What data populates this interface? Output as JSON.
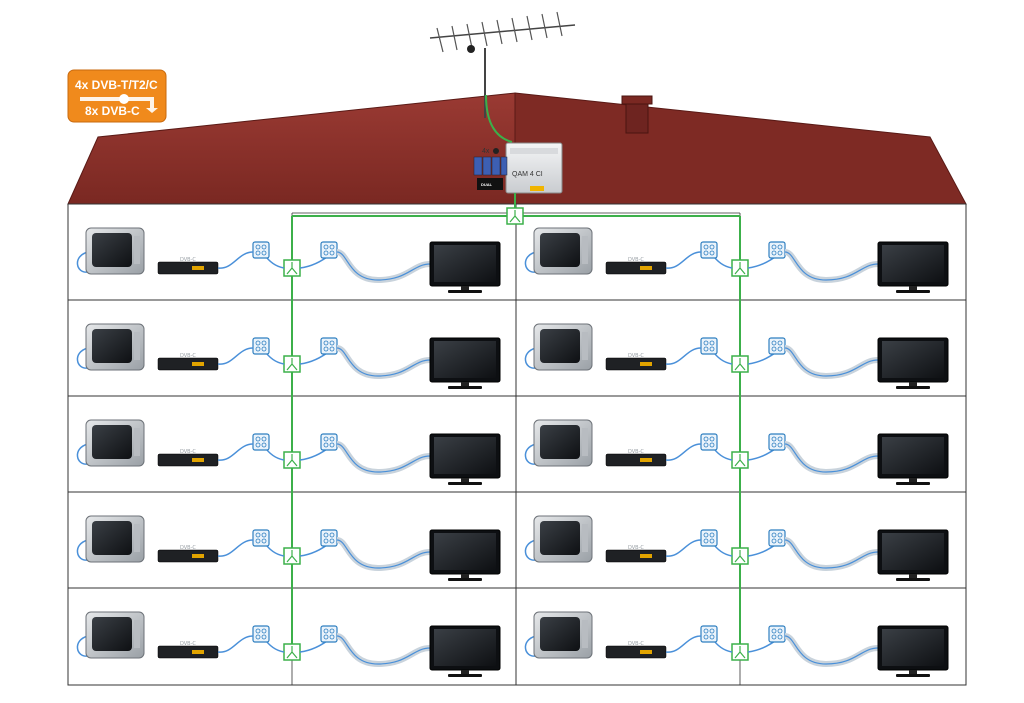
{
  "badge": {
    "line1": "4x DVB-T/T2/C",
    "line2": "8x DVB-C",
    "color": "#f08a1c"
  },
  "headend": {
    "name": "QAM 4 CI",
    "input_label": "4x",
    "module_label": "DUAL"
  },
  "receiver_label": "DVB-C",
  "colors": {
    "roof": "#8a2f2a",
    "roof_edge": "#5a1a16",
    "wall_line": "#333333",
    "network": "#3cb04a",
    "socket": "#2f7fc0",
    "tv_cable": "#4a90d9"
  },
  "layout": {
    "floors": 5,
    "apartments_per_floor": 2
  }
}
